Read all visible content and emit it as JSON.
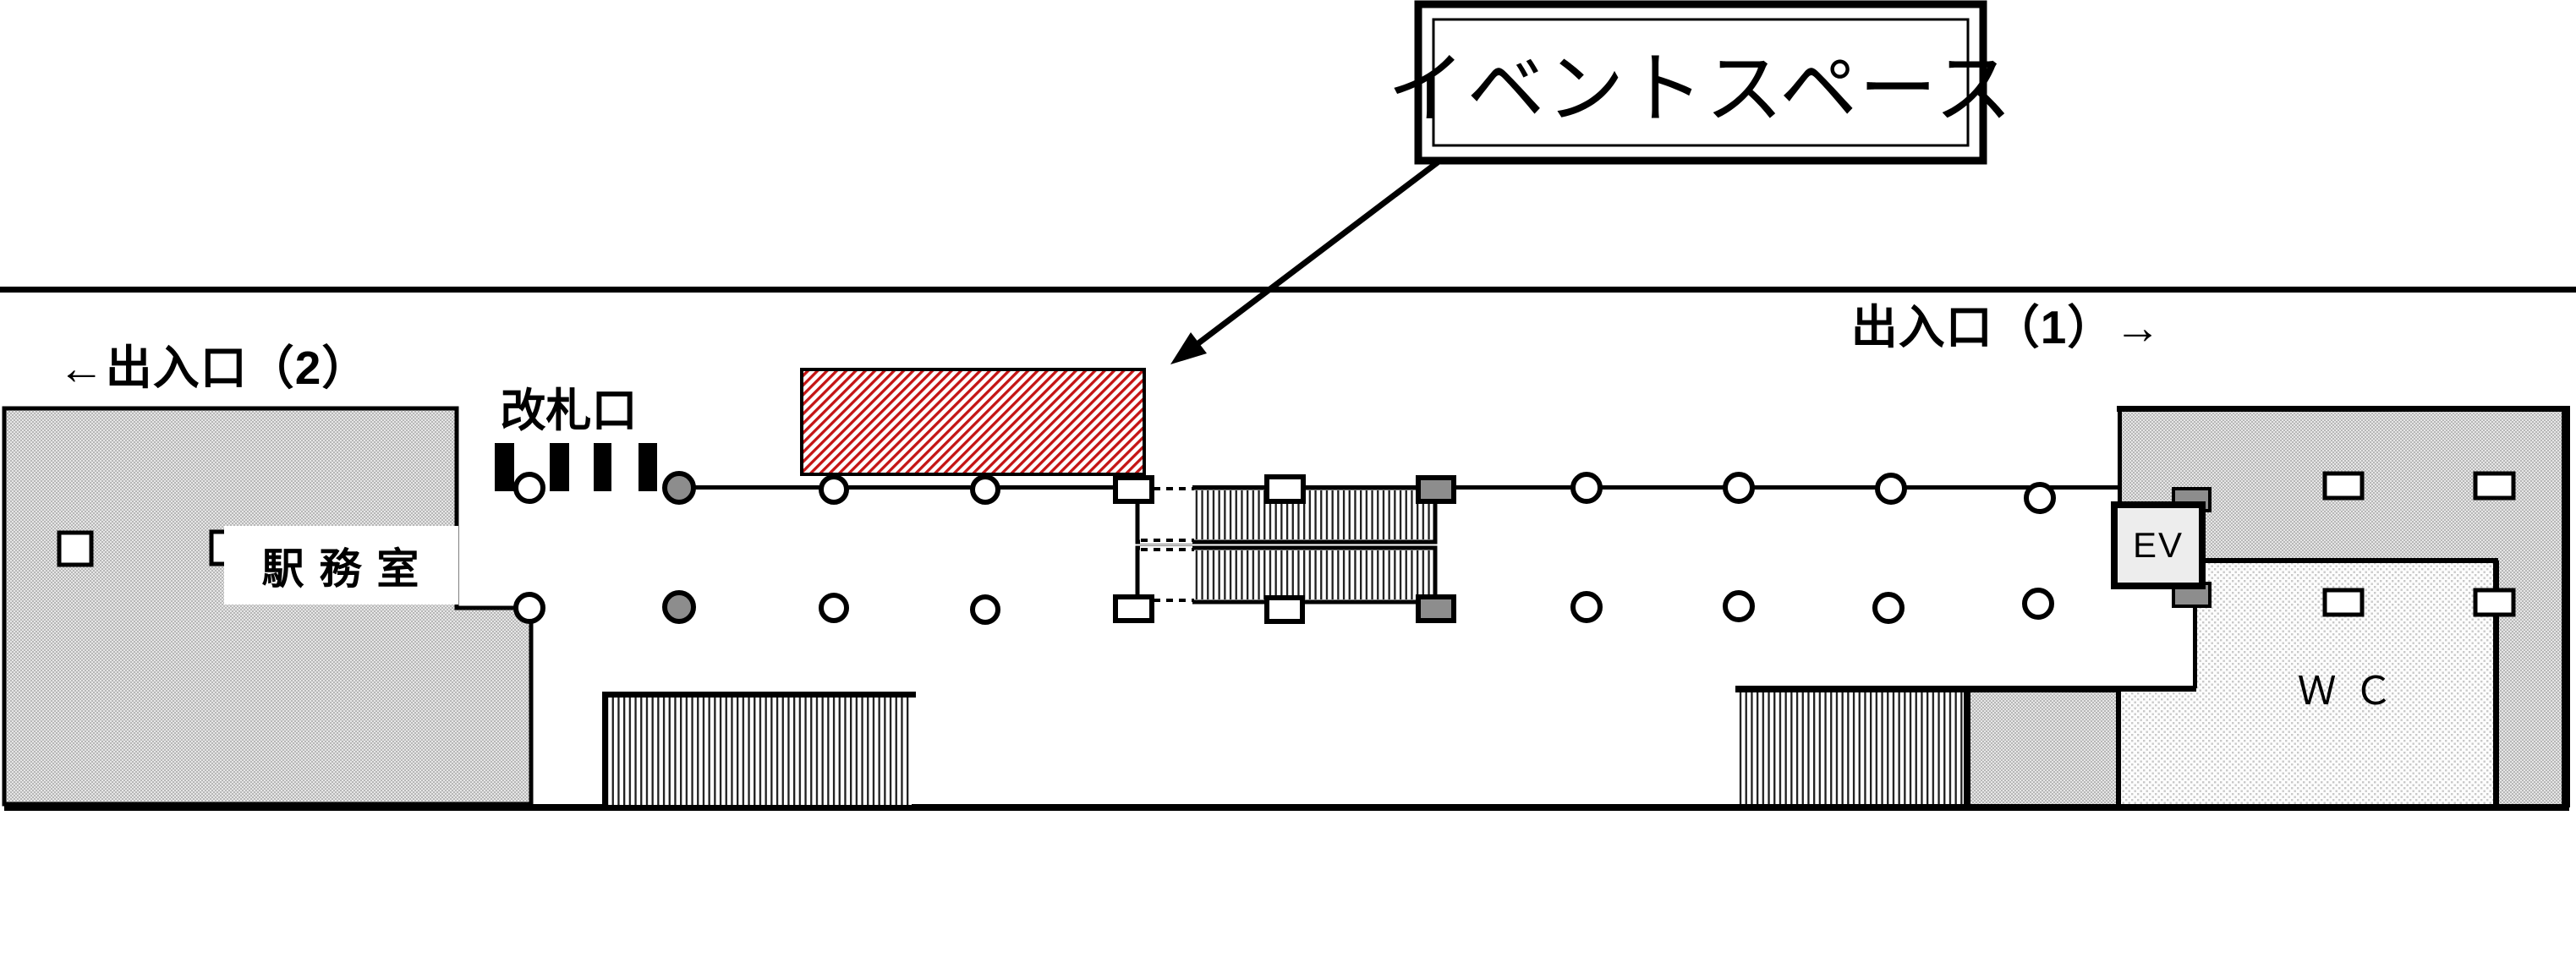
{
  "callout": {
    "label": "イベントスペース"
  },
  "labels": {
    "exit2": "←出入口（2）",
    "exit1": "出入口（1）→",
    "ticket_gate": "改札口",
    "station_office": "駅 務 室",
    "elevator": "EV",
    "toilet": "Ｗ Ｃ"
  },
  "colors": {
    "paper": "#ffffff",
    "ink": "#000000",
    "event_space_hatch_red": "#c41414",
    "building_gray": "#c6c6c6",
    "room_light_gray": "#ededed",
    "pillar_gray": "#8d8d8d",
    "ev_box_fill": "#ededed"
  },
  "legend_notes": {
    "hatched_red_rect": "event space area",
    "striped_rects": "stairs",
    "circles_squares": "pillars"
  }
}
